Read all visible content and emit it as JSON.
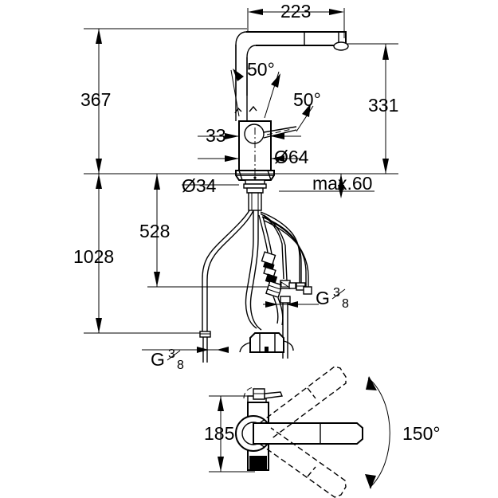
{
  "drawing": {
    "title": "Kitchen mixer tap technical dimension drawing",
    "background_color": "#ffffff",
    "line_color": "#000000",
    "views": [
      {
        "name": "side-elevation",
        "description": "Side elevation of pull-out kitchen mixer with supply hoses"
      },
      {
        "name": "top-view",
        "description": "Top view showing spout swivel range"
      }
    ]
  },
  "dimensions": {
    "spout_reach": "223",
    "height_to_lever_top": "367",
    "spout_outlet_height": "331",
    "lever_offset": "33",
    "body_diameter": "Ø64",
    "mounting_hole": "Ø34",
    "counter_thickness": "max.60",
    "hose_length_short": "528",
    "hose_length_long": "1028",
    "spout_pivot_height": "185",
    "connection_left": "G",
    "connection_left_frac_num": "3",
    "connection_left_frac_den": "8",
    "connection_right": "G",
    "connection_right_frac_num": "3",
    "connection_right_frac_den": "8"
  },
  "angles": {
    "lever_up": "50°",
    "lever_side": "50°",
    "swivel_range": "150°"
  }
}
